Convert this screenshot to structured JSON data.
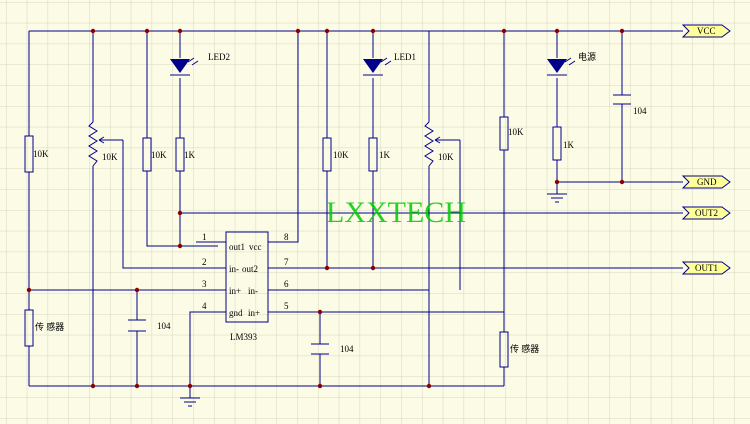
{
  "colors": {
    "wire": "#00008b",
    "junction": "#8b0000",
    "port_fill": "#ffff99",
    "led": "#00008b",
    "grid": "#d8d8c0",
    "watermark": "#00cc00"
  },
  "ports": {
    "vcc": "VCC",
    "gnd": "GND",
    "out2": "OUT2",
    "out1": "OUT1"
  },
  "ic": {
    "name": "LM393",
    "pins": [
      "1",
      "2",
      "3",
      "4",
      "5",
      "6",
      "7",
      "8"
    ],
    "labels": [
      "out1",
      "in-",
      "in+",
      "gnd",
      "in+",
      "in-",
      "out2",
      "vcc"
    ]
  },
  "leds": {
    "led1": "LED2",
    "led2": "LED1",
    "led3": "电源"
  },
  "resistors": {
    "r1": "10K",
    "r2": "10K",
    "r3": "10K",
    "r4": "1K",
    "r5": "10K",
    "r6": "1K",
    "r7": "10K",
    "r8": "10K",
    "r9": "1K"
  },
  "caps": {
    "c1": "104",
    "c2": "104",
    "c3": "104"
  },
  "sensors": {
    "s1": "传 感器",
    "s2": "传 感器"
  },
  "watermark": "LXXTECH"
}
